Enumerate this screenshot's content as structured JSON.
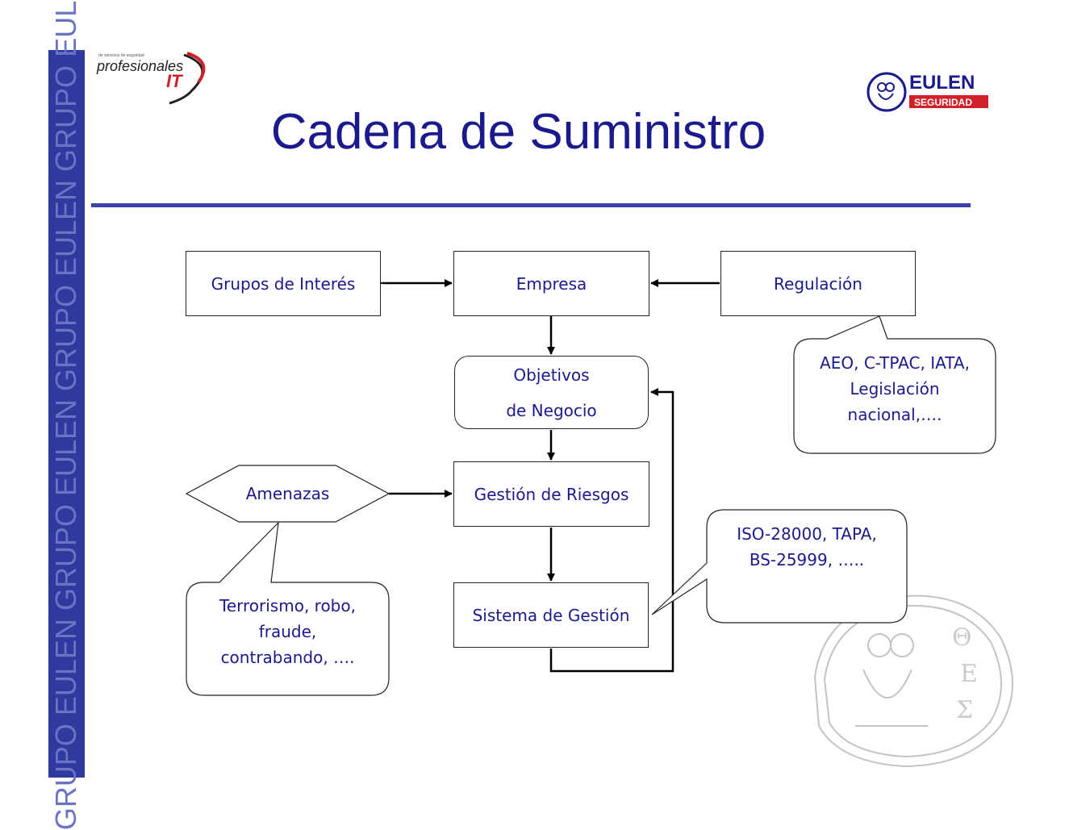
{
  "sidebar": {
    "text": "GRUPO EULEN  GRUPO EULEN  GRUPO EULEN  GRUPO EULEN"
  },
  "logos": {
    "left_top": "de servicios de seguridad",
    "left_main": "profesionales",
    "left_accent": "IT",
    "right_main": "EULEN",
    "right_sub": "SEGURIDAD"
  },
  "title": "Cadena de Suministro",
  "nodes": {
    "grupos": "Grupos de Interés",
    "empresa": "Empresa",
    "regulacion": "Regulación",
    "objetivos_1": "Objetivos",
    "objetivos_2": "de Negocio",
    "amenazas": "Amenazas",
    "gestion_riesgos": "Gestión de Riesgos",
    "sistema_gestion": "Sistema de Gestión"
  },
  "callouts": {
    "regulacion_1": "AEO, C-TPAC, IATA,",
    "regulacion_2": "Legislación",
    "regulacion_3": "nacional,….",
    "sistema_1": "ISO-28000, TAPA,",
    "sistema_2": "BS-25999, …..",
    "amenazas_1": "Terrorismo, robo,",
    "amenazas_2": "fraude,",
    "amenazas_3": "contrabando, …."
  },
  "colors": {
    "brand_blue": "#2f3a9e",
    "text_blue": "#1a1a8c",
    "eulen_red": "#d0202a"
  }
}
